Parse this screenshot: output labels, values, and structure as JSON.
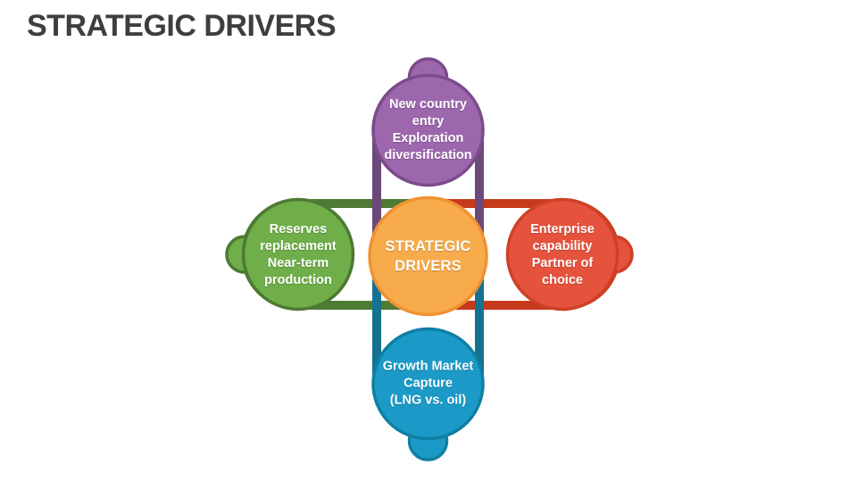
{
  "slide": {
    "title": "STRATEGIC DRIVERS",
    "title_color": "#3e3e3e",
    "background": "#ffffff"
  },
  "diagram": {
    "center": {
      "id": "center",
      "label": "STRATEGIC\nDRIVERS",
      "fill": "#F8AB4B",
      "stroke": "#F09233"
    },
    "nodes": [
      {
        "id": "top",
        "label": "New country\nentry\nExploration\ndiversification",
        "fill": "#9C67AD",
        "stroke": "#7B4B8B",
        "track": "#6B4A7B"
      },
      {
        "id": "left",
        "label": "Reserves\nreplacement\nNear-term\nproduction",
        "fill": "#6FAE48",
        "stroke": "#4E7A33",
        "track": "#4E7A33"
      },
      {
        "id": "right",
        "label": "Enterprise\ncapability\nPartner of\nchoice",
        "fill": "#E5533D",
        "stroke": "#CE4127",
        "track": "#C63A1C"
      },
      {
        "id": "bottom",
        "label": "Growth Market\nCapture\n(LNG vs. oil)",
        "fill": "#1B9AC7",
        "stroke": "#0F7FA4",
        "track": "#14718F"
      }
    ]
  }
}
